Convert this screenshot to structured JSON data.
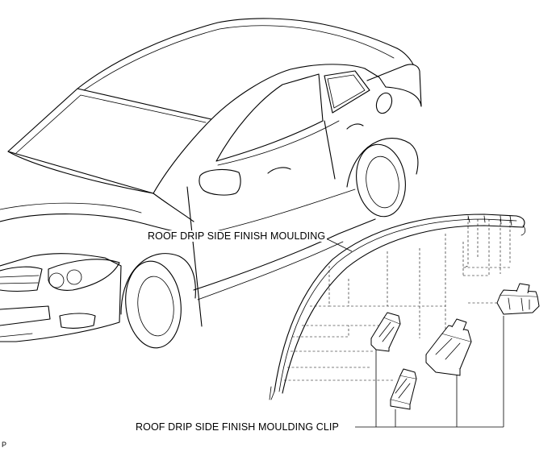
{
  "labels": {
    "moulding": "ROOF DRIP SIDE FINISH MOULDING",
    "clip": "ROOF DRIP SIDE FINISH MOULDING CLIP"
  },
  "figure_code": "P"
}
